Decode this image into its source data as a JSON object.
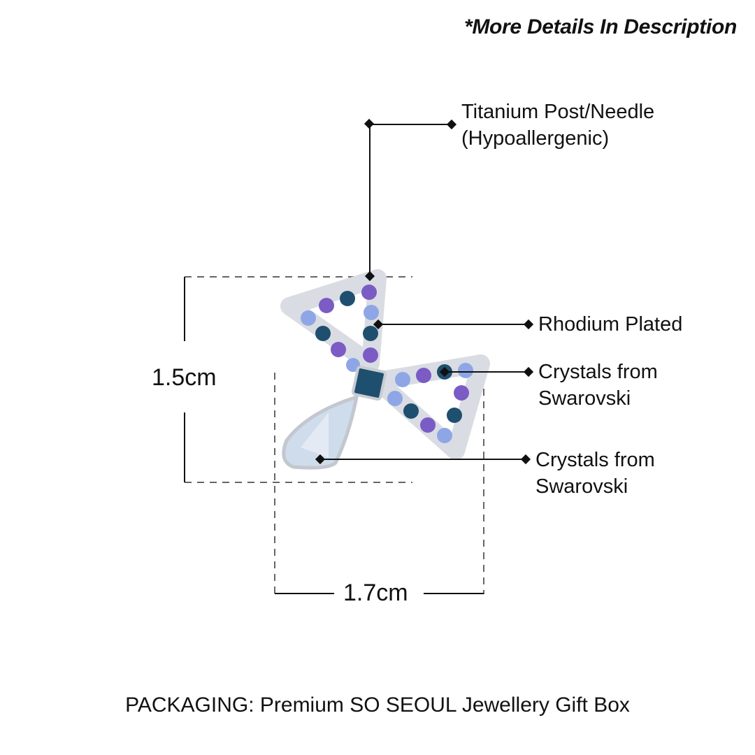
{
  "note": "*More Details In Description",
  "callouts": [
    {
      "line1": "Titanium Post/Needle",
      "line2": "(Hypoallergenic)"
    },
    {
      "line1": "Rhodium Plated",
      "line2": ""
    },
    {
      "line1": "Crystals from",
      "line2": "Swarovski"
    },
    {
      "line1": "Crystals from",
      "line2": "Swarovski"
    }
  ],
  "dimensions": {
    "height": "1.5cm",
    "width": "1.7cm"
  },
  "packaging": "PACKAGING: Premium SO SEOUL Jewellery Gift Box",
  "colors": {
    "line": "#111111",
    "dash": "#666666",
    "metal": "#d9dce2",
    "crystal_dark": "#1f4f6e",
    "crystal_violet": "#7a5cc4",
    "crystal_light": "#8fa6e6",
    "teardrop": "#cfdceb"
  }
}
